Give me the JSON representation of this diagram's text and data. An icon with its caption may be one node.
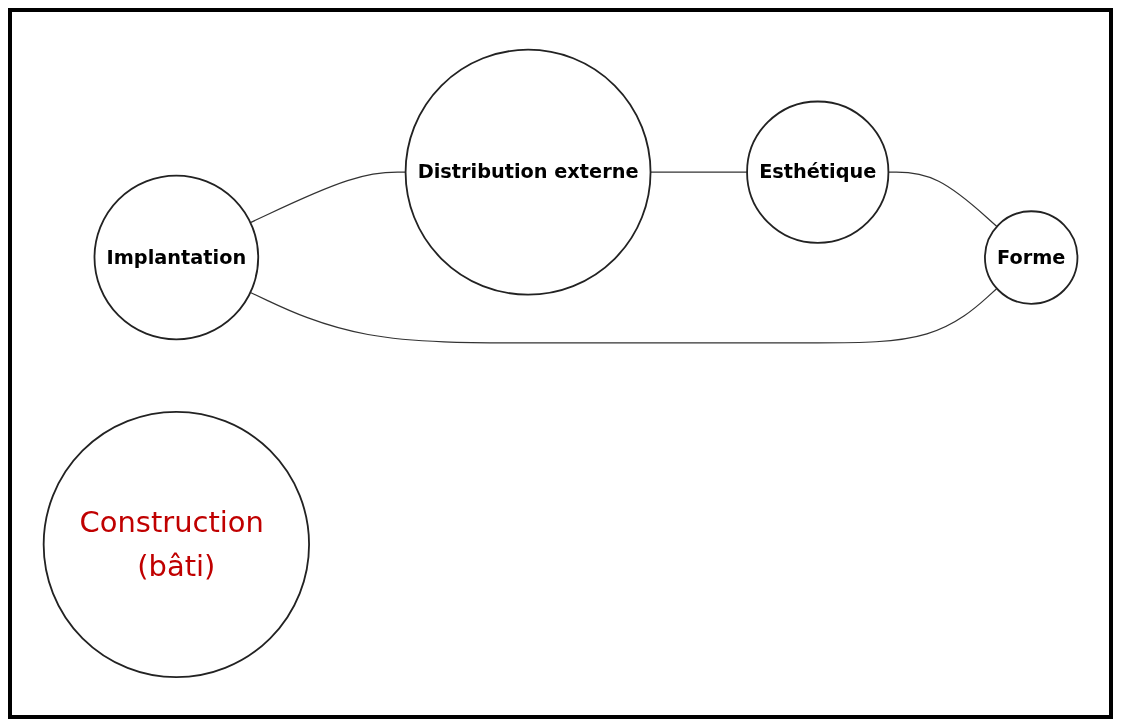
{
  "diagram": {
    "nodes": [
      {
        "text": [
          "Implantation"
        ]
      },
      {
        "text": [
          "Forme"
        ]
      },
      {
        "text": [
          "Construction (bâti)"
        ]
      },
      {
        "text": [
          "Distribution externe"
        ]
      },
      {
        "text": [
          "Esthétique"
        ]
      }
    ],
    "edges": [
      {
        "from": 0,
        "to": 3,
        "arrow": "none"
      },
      {
        "from": 3,
        "to": 4,
        "arrow": "none"
      },
      {
        "from": 4,
        "to": 1,
        "arrow": "none"
      },
      {
        "from": 1,
        "to": 0,
        "arrow": "none"
      }
    ]
  }
}
